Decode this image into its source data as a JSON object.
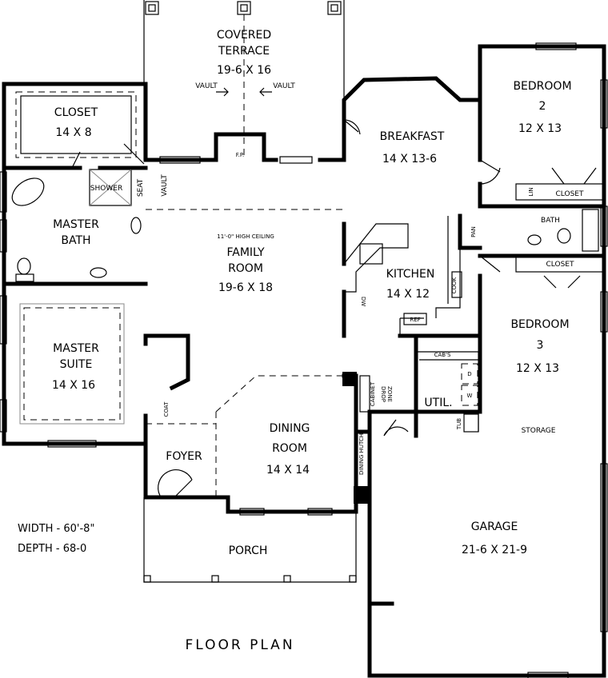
{
  "plan": {
    "title": "FLOOR PLAN",
    "width": "WIDTH - 60'-8\"",
    "depth": "DEPTH - 68-0"
  },
  "rooms": {
    "terrace": {
      "name1": "COVERED",
      "name2": "TERRACE",
      "size": "19-6 X 16"
    },
    "vault": "VAULT",
    "closet": {
      "name": "CLOSET",
      "size": "14 X 8"
    },
    "shower": "SHOWER",
    "seat": "SEAT",
    "master_bath": {
      "name1": "MASTER",
      "name2": "BATH"
    },
    "master_suite": {
      "name1": "MASTER",
      "name2": "SUITE",
      "size": "14 X 16"
    },
    "coat": "COAT",
    "foyer": "FOYER",
    "fireplace": "F.P.",
    "family": {
      "ceiling": "11'-0\" HIGH CEILING",
      "name1": "FAMILY",
      "name2": "ROOM",
      "size": "19-6 X 18"
    },
    "breakfast": {
      "name": "BREAKFAST",
      "size": "14 X 13-6"
    },
    "kitchen": {
      "name": "KITCHEN",
      "size": "14 X 12",
      "dw": "DW",
      "cook": "COOK",
      "ref": "REF",
      "pan": "PAN"
    },
    "dining": {
      "name1": "DINING",
      "name2": "ROOM",
      "size": "14 X 14",
      "hutch": "DINING HUTCH"
    },
    "cabinet": "CABINET",
    "drop_zone1": "DROP",
    "drop_zone2": "ZONE",
    "util": {
      "name": "UTIL.",
      "cabs": "CAB'S",
      "dryer": "D",
      "washer": "W",
      "tub": "TUB"
    },
    "bedroom2": {
      "name1": "BEDROOM",
      "name2": "2",
      "size": "12 X 13"
    },
    "lin": "LIN",
    "closet_b2": "CLOSET",
    "bath": "BATH",
    "closet_b3": "CLOSET",
    "bedroom3": {
      "name1": "BEDROOM",
      "name2": "3",
      "size": "12 X 13"
    },
    "storage": "STORAGE",
    "garage": {
      "name": "GARAGE",
      "size": "21-6 X 21-9"
    },
    "porch": "PORCH"
  }
}
